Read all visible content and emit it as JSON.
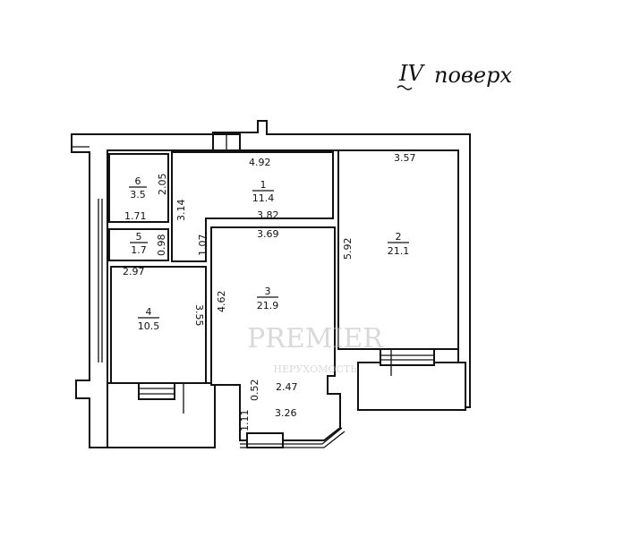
{
  "floor_label": {
    "roman": "IV",
    "word": "поверх"
  },
  "watermark": {
    "brand": "PREMIER",
    "subtitle": "НЕРУХОМОСТЬ"
  },
  "rooms": [
    {
      "number": "1",
      "area": "11.4"
    },
    {
      "number": "2",
      "area": "21.1"
    },
    {
      "number": "3",
      "area": "21.9"
    },
    {
      "number": "4",
      "area": "10.5"
    },
    {
      "number": "5",
      "area": "1.7"
    },
    {
      "number": "6",
      "area": "3.5"
    }
  ],
  "dimensions": {
    "d492": "4.92",
    "d357": "3.57",
    "d205": "2.05",
    "d314": "3.14",
    "d171": "1.71",
    "d382": "3.82",
    "d369": "3.69",
    "d098": "0.98",
    "d107": "1.07",
    "d592": "5.92",
    "d297": "2.97",
    "d462": "4.62",
    "d355": "3.55",
    "d052": "0.52",
    "d247": "2.47",
    "d326": "3.26",
    "d111": "1.11"
  }
}
